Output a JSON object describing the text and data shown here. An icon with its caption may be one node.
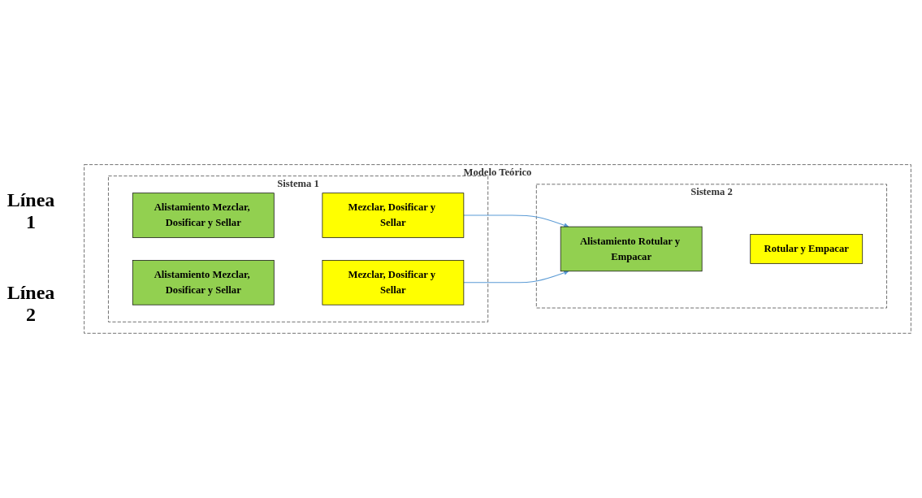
{
  "diagram": {
    "nodes": [
      {
        "text": [
          "Modelo Teórico"
        ]
      },
      {
        "text": [
          "Sistema 1"
        ],
        "in": 0
      },
      {
        "text": [
          "Sistema 2"
        ],
        "in": 0
      },
      {
        "text": [
          "Alistamiento Mezclar, Dosificar y Sellar"
        ],
        "in": 1
      },
      {
        "text": [
          "Mezclar, Dosificar y Sellar"
        ],
        "in": 1
      },
      {
        "text": [
          "Alistamiento Mezclar, Dosificar y Sellar"
        ],
        "in": 1
      },
      {
        "text": [
          "Mezclar, Dosificar y Sellar"
        ],
        "in": 1
      },
      {
        "text": [
          "Alistamiento Rotular y Empacar"
        ],
        "in": 2
      },
      {
        "text": [
          "Rotular y Empacar"
        ],
        "in": 2
      }
    ],
    "edges": [
      {
        "from": 4,
        "to": 7,
        "arrow": "to"
      },
      {
        "from": 6,
        "to": 7,
        "arrow": "to"
      }
    ],
    "labels": [
      "Línea 1",
      "Línea 2"
    ]
  }
}
